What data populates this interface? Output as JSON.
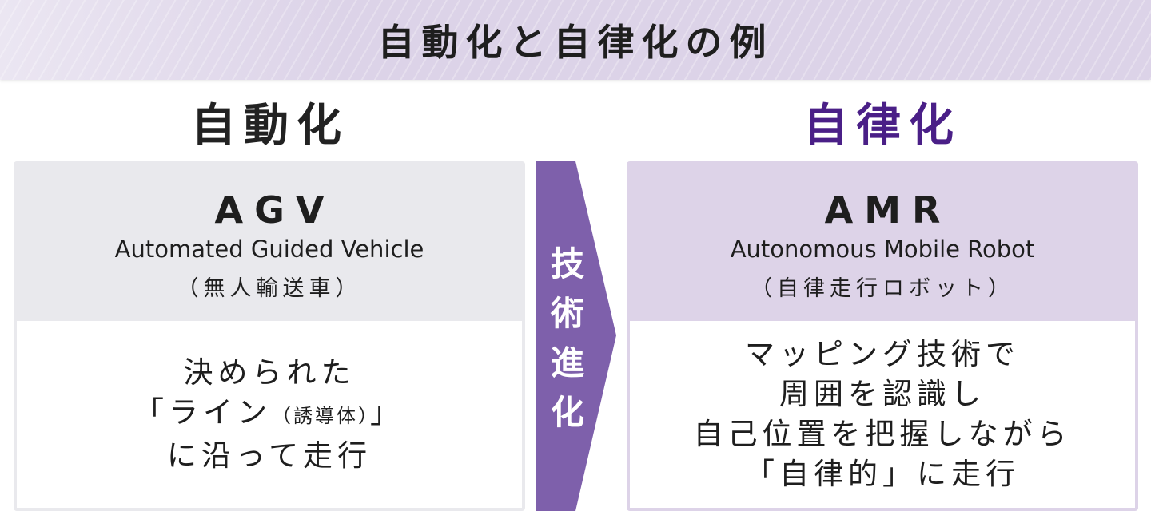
{
  "header": {
    "title": "自動化と自律化の例",
    "background_color": "#dcd3e8"
  },
  "columns": {
    "left": {
      "title": "自動化",
      "title_color": "#222222",
      "acronym": "AGV",
      "full_name": "Automated Guided Vehicle",
      "japanese_name": "（無人輸送車）",
      "head_color": "#e9e9ed",
      "description": {
        "line1": "決められた",
        "line2_main": "「ライン",
        "line2_small": "（誘導体）",
        "line2_end": "」",
        "line3": "に沿って走行"
      }
    },
    "right": {
      "title": "自律化",
      "title_color": "#4a1f87",
      "acronym": "AMR",
      "full_name": "Autonomous Mobile Robot",
      "japanese_name": "（自律走行ロボット）",
      "head_color": "#ddd3e8",
      "description": {
        "line1": "マッピング技術で",
        "line2": "周囲を認識し",
        "line3": "自己位置を把握しながら",
        "line4": "「自律的」に走行"
      }
    }
  },
  "arrow": {
    "chars": [
      "技",
      "術",
      "進",
      "化"
    ],
    "color": "#7e60ab"
  }
}
